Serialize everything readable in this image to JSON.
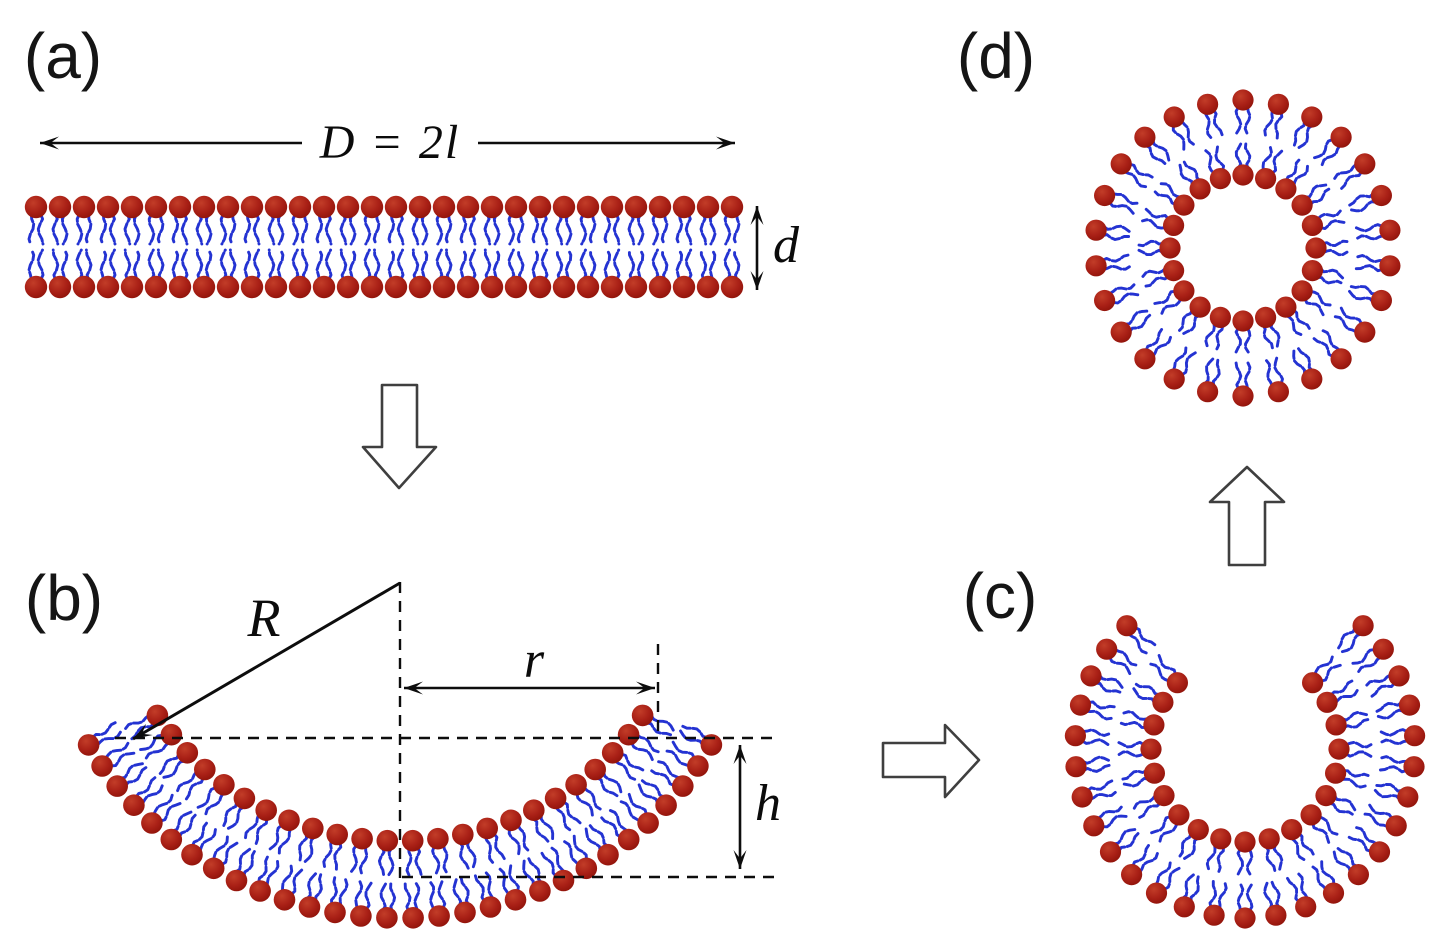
{
  "figure": {
    "panel_labels": {
      "a": "(a)",
      "b": "(b)",
      "c": "(c)",
      "d": "(d)"
    },
    "annotations": {
      "diameter": "D = 2l",
      "thickness": "d",
      "bend_radius": "R",
      "cap_radius": "r",
      "cap_height": "h"
    },
    "colors": {
      "background": "#ffffff",
      "lipid_head": "#a92016",
      "lipid_head_edge": "#8c1108",
      "lipid_head_highlight": "#c23d28",
      "lipid_tail": "#2433d2",
      "line": "#0d0d0d",
      "label": "#151515",
      "block_arrow_fill": "#ffffff",
      "block_arrow_stroke": "#3f3f3f"
    }
  }
}
